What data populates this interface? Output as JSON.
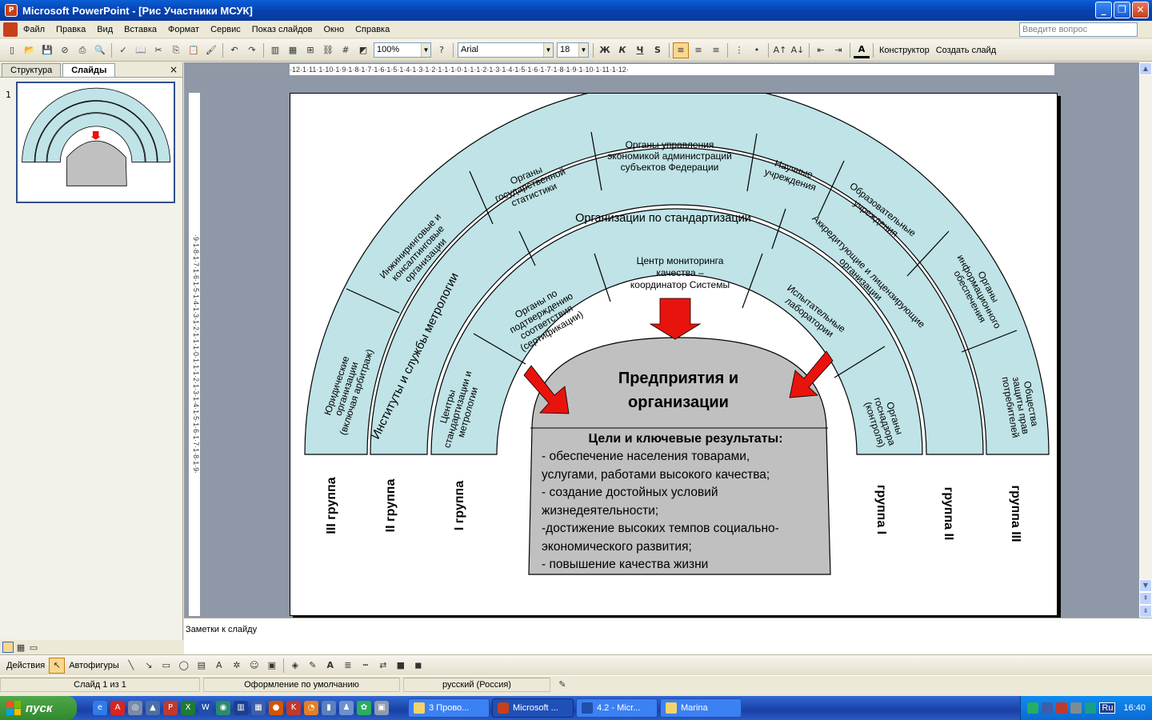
{
  "window": {
    "title": "Microsoft PowerPoint - [Рис Участники МСУК]"
  },
  "menu": {
    "items": [
      "Файл",
      "Правка",
      "Вид",
      "Вставка",
      "Формат",
      "Сервис",
      "Показ слайдов",
      "Окно",
      "Справка"
    ],
    "help_placeholder": "Введите вопрос"
  },
  "toolbar": {
    "zoom": "100%",
    "font": "Arial",
    "size": "18",
    "bold": "Ж",
    "italic": "К",
    "underline": "Ч",
    "shadow": "S",
    "designer": "Конструктор",
    "new_slide": "Создать слайд"
  },
  "ruler": {
    "h": "·12·1·11·1·10·1·9·1·8·1·7·1·6·1·5·1·4·1·3·1·2·1·1·1·0·1·1·1·2·1·3·1·4·1·5·1·6·1·7·1·8·1·9·1·10·1·11·1·12·",
    "v": "·9·1·8·1·7·1·6·1·5·1·4·1·3·1·2·1·1·1·0·1·1·1·2·1·3·1·4·1·5·1·6·1·7·1·8·1·9·"
  },
  "leftpane": {
    "tab_outline": "Структура",
    "tab_slides": "Слайды",
    "close": "×",
    "slide_number": "1"
  },
  "slide": {
    "outer_ring": [
      "Юридические организации (включая арбитраж)",
      "Инжиниринговые и консалтинговые организации",
      "Органы государственной статистики",
      "Органы управления экономикой администраций субъектов Федерации",
      "Научные учреждения",
      "Образовательные учреждения",
      "Органы информационного обеспечения",
      "Общества защиты прав потребителей"
    ],
    "middle_ring": [
      "Институты и службы метрологии",
      "Организации  по стандартизации",
      "Аккредитующие и лицензирующие организации"
    ],
    "inner_ring": [
      "Центры стандартизации и метрологии",
      "Органы по подтверждению соответствия (сертификации)",
      "Центр мониторинга качества – координатор Системы",
      "Испытательные лаборатории",
      "Органы госнадзора (контроля)"
    ],
    "center_title": [
      "Предприятия и",
      "организации"
    ],
    "goals_heading": "Цели и ключевые результаты:",
    "goals": [
      "- обеспечение населения товарами,",
      "услугами, работами высокого качества;",
      "- создание достойных условий",
      "жизнедеятельности;",
      "-достижение высоких темпов социально-",
      "экономического развития;",
      "- повышение качества жизни"
    ],
    "groups_left": [
      "III   группа",
      "II   группа",
      "I   группа"
    ],
    "groups_right": [
      "группа   I",
      "группа   II",
      "группа   III"
    ]
  },
  "notes": {
    "placeholder": "Заметки к слайду"
  },
  "drawbar": {
    "actions": "Действия",
    "autoshapes": "Автофигуры"
  },
  "status": {
    "slide": "Слайд 1 из 1",
    "design": "Оформление по умолчанию",
    "lang": "русский (Россия)"
  },
  "taskbar": {
    "start": "пуск",
    "tasks": [
      "3 Прово...",
      "Microsoft ...",
      "4.2 - Micr...",
      "Marina"
    ],
    "clock": "16:40",
    "lang": "Ru"
  },
  "colors": {
    "ring": "#bfe3e6",
    "arrow": "#e8130c",
    "center": "#c0c0c0"
  }
}
